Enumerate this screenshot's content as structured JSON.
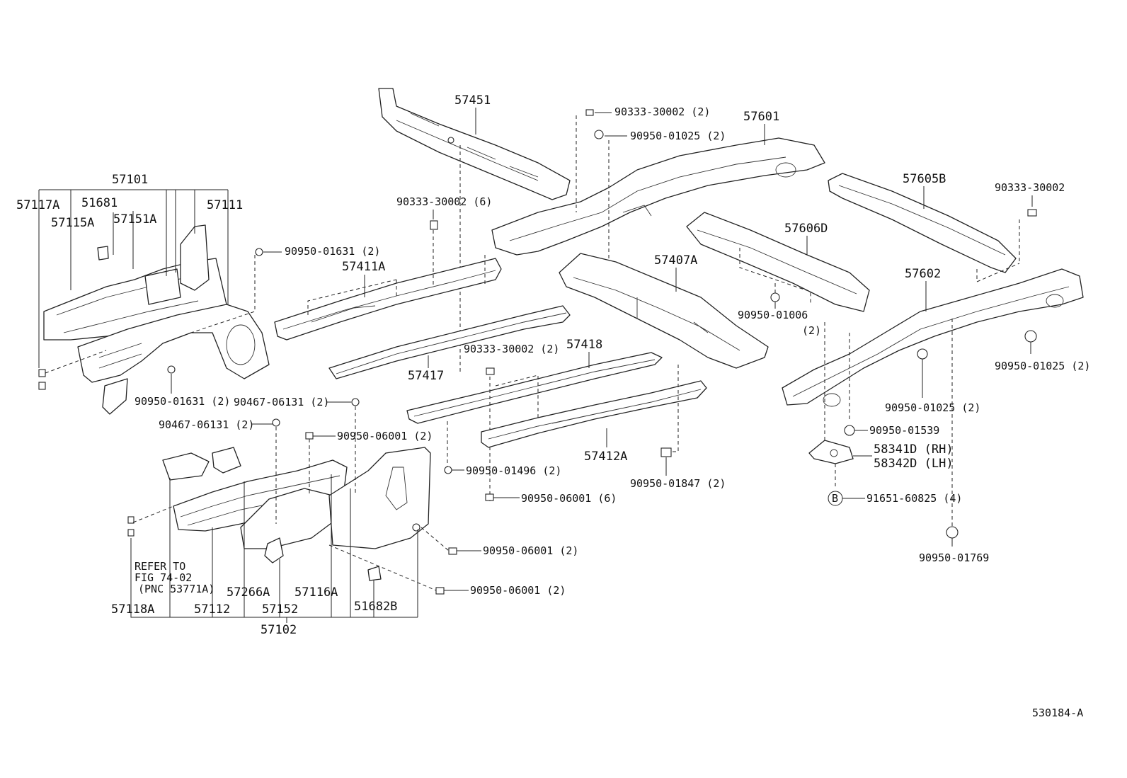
{
  "figure_code": "530184-A",
  "labels": {
    "p57101": "57101",
    "p57117A": "57117A",
    "p51681": "51681",
    "p57115A": "57115A",
    "p57151A": "57151A",
    "p57111": "57111",
    "p90950_01631_a": "90950-01631 (2)",
    "p90950_01631_b": "90950-01631 (2)",
    "p57451": "57451",
    "p90333_30002_2a": "90333-30002 (2)",
    "p90950_01025_2a": "90950-01025 (2)",
    "p57601": "57601",
    "p90333_30002_6": "90333-30002 (6)",
    "p57411A": "57411A",
    "p57417": "57417",
    "p57407A": "57407A",
    "p57606D": "57606D",
    "p57605B": "57605B",
    "p90333_30002": "90333-30002",
    "p57602": "57602",
    "p90950_01006": "90950-01006",
    "p90950_01006_qty": "(2)",
    "p90950_01025_2b": "90950-01025 (2)",
    "p90950_01025_2c": "90950-01025 (2)",
    "p90333_30002_2b": "90333-30002 (2)",
    "p57418": "57418",
    "p90467_06131_a": "90467-06131 (2)",
    "p90467_06131_b": "90467-06131 (2)",
    "p90950_06001_a": "90950-06001 (2)",
    "p90950_01539": "90950-01539",
    "p58341D": "58341D (RH)",
    "p58342D": "58342D (LH)",
    "p57412A": "57412A",
    "p90950_01496": "90950-01496 (2)",
    "p90950_01847": "90950-01847 (2)",
    "p90950_06001_6": "90950-06001 (6)",
    "p91651_60825": "91651-60825 (4)",
    "circle_b": "B",
    "p90950_01769": "90950-01769",
    "p90950_06001_b": "90950-06001 (2)",
    "p90950_06001_c": "90950-06001 (2)",
    "refer_1": "REFER TO",
    "refer_2": "FIG 74-02",
    "refer_3": "(PNC 53771A)",
    "p57266A": "57266A",
    "p57116A": "57116A",
    "p57118A": "57118A",
    "p57112": "57112",
    "p57152": "57152",
    "p51682B": "51682B",
    "p57102": "57102"
  }
}
